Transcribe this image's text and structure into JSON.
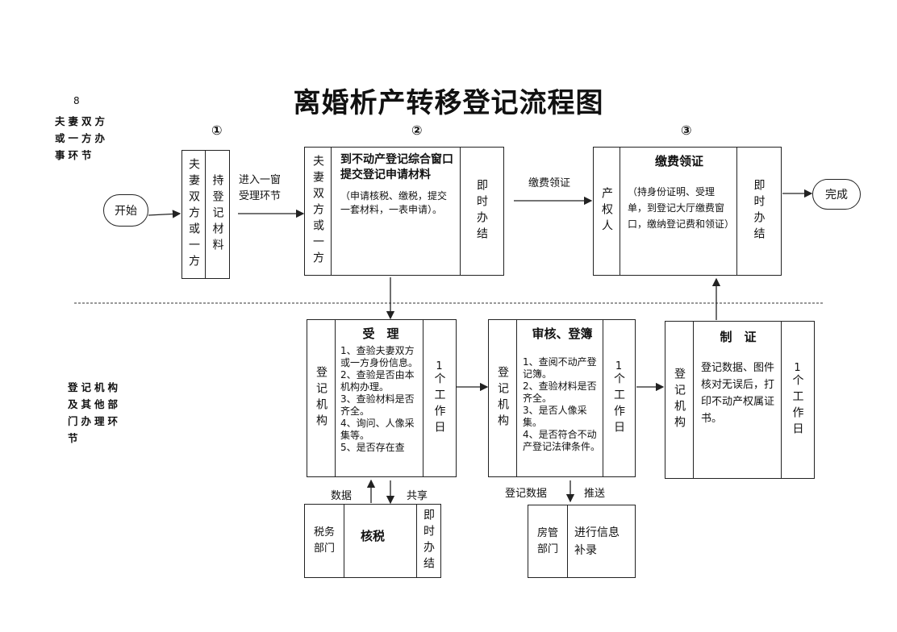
{
  "page_number": "8",
  "title": "离婚析产转移登记流程图",
  "section_labels": {
    "top": "夫妻双方或一方办事环节",
    "bottom": "登记机构及其他部门办理环节"
  },
  "step_numbers": [
    "①",
    "②",
    "③"
  ],
  "start": "开始",
  "finish": "完成",
  "step1": {
    "actor": "夫妻双方或一方",
    "content": "持登记材料"
  },
  "arrow1_label": "进入一窗受理环节",
  "step2": {
    "actor": "夫妻双方或一方",
    "heading": "到不动产登记综合窗口提交登记申请材料",
    "detail": "（申请核税、缴税，提交一套材料，一表申请）。",
    "time": "即时办结"
  },
  "arrow2_label": "缴费领证",
  "step3": {
    "actor": "产权人",
    "heading": "缴费领证",
    "detail": "（持身份证明、受理单，到登记大厅缴费窗口，缴纳登记费和领证）",
    "time": "即时办结"
  },
  "accept": {
    "actor": "登记机构",
    "heading": "受　理",
    "items": [
      "1、查验夫妻双方或一方身份信息。",
      "2、查验是否由本机构办理。",
      "3、查验材料是否齐全。",
      "4、询问、人像采集等。",
      "5、是否存在查"
    ],
    "time_num": "1",
    "time": "个工作日"
  },
  "review": {
    "actor": "登记机构",
    "heading": "审核、登簿",
    "items": [
      "1、查阅不动产登记簿。",
      "2、查验材料是否齐全。",
      "3、是否人像采集。",
      "4、是否符合不动产登记法律条件。"
    ],
    "time_num": "1",
    "time": "个工作日"
  },
  "produce": {
    "actor": "登记机构",
    "heading": "制　证",
    "detail": "登记数据、图件核对无误后，打印不动产权属证书。",
    "time_num": "1",
    "time": "个工作日"
  },
  "tax": {
    "dept": "税务部门",
    "heading": "核税",
    "time": "即时办结",
    "arrow_up_label": "数据",
    "arrow_down_label": "共享"
  },
  "housing": {
    "dept": "房管部门",
    "content": "进行信息补录",
    "arrow_left_label": "登记数据",
    "arrow_right_label": "推送"
  }
}
